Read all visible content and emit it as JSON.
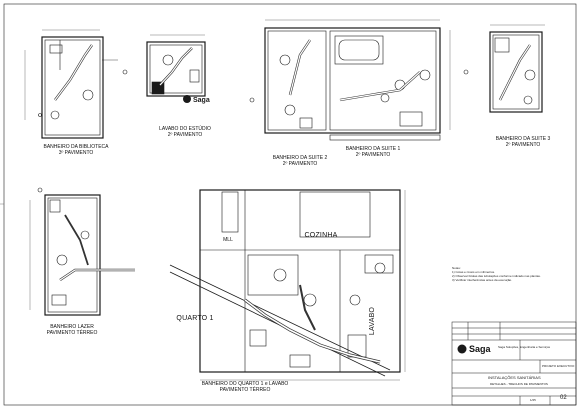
{
  "drawing": {
    "rooms": [
      {
        "id": "biblioteca",
        "name": "BANHEIRO DA BIBLIOTECA",
        "floor": "3º PAVIMENTO"
      },
      {
        "id": "lavabo-estudio",
        "name": "LAVABO DO ESTÚDIO",
        "floor": "2º PAVIMENTO"
      },
      {
        "id": "suite2",
        "name": "BANHEIRO DA SUITE 2",
        "floor": "2º PAVIMENTO"
      },
      {
        "id": "suite1",
        "name": "BANHEIRO DA SUITE 1",
        "floor": "2º PAVIMENTO"
      },
      {
        "id": "suite3",
        "name": "BANHEIRO DA SUITE 3",
        "floor": "2º PAVIMENTO"
      },
      {
        "id": "lazer",
        "name": "BANHEIRO LAZER",
        "floor": "PAVIMENTO TÉRREO"
      },
      {
        "id": "quarto1-lavabo",
        "name": "BANHEIRO DO QUARTO 1 e LAVABO",
        "floor": "PAVIMENTO TÉRREO"
      }
    ],
    "plan_labels": {
      "cozinha": "COZINHA",
      "quarto1": "QUARTO 1",
      "lavabo": "LAVABO",
      "mll": "MLL"
    }
  },
  "notes": {
    "heading": "Notas:",
    "items": [
      "1) Cotas e níveis em milímetros.",
      "2) Observar bitolas das tubulações conforme indicado nas plantas.",
      "3) Verificar interferências antes da execução."
    ]
  },
  "title_block": {
    "company_logo": "Saga",
    "company_name": "Saga Soluções, Engenharia e Serviços",
    "project_phase": "PROJETO EXECUTIVO",
    "discipline": "INSTALAÇÕES SANITÁRIAS",
    "sheet_subject": "DETALHES - TRECHOS DE PAVIMENTOS",
    "scale": "1/25",
    "sheet_number": "02"
  },
  "colors": {
    "line": "#1a1a1a",
    "pipe": "#333333",
    "background": "#ffffff"
  }
}
